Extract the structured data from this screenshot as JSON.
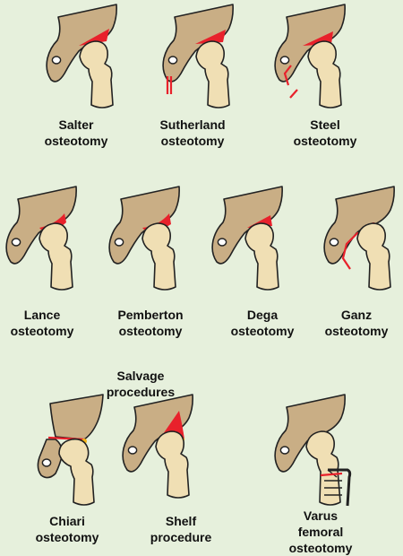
{
  "colors": {
    "background": "#e6f0dc",
    "pelvis": "#c9ae85",
    "femur": "#f0dfb4",
    "outline": "#222222",
    "cut": "#e8212b",
    "graft": "#f4b41a"
  },
  "panels": [
    {
      "id": "salter",
      "line1": "Salter",
      "line2": "osteotomy",
      "line3": ""
    },
    {
      "id": "sutherland",
      "line1": "Sutherland",
      "line2": "osteotomy",
      "line3": ""
    },
    {
      "id": "steel",
      "line1": "Steel",
      "line2": "osteotomy",
      "line3": ""
    },
    {
      "id": "lance",
      "line1": "Lance",
      "line2": "osteotomy",
      "line3": ""
    },
    {
      "id": "pemberton",
      "line1": "Pemberton",
      "line2": "osteotomy",
      "line3": ""
    },
    {
      "id": "dega",
      "line1": "Dega",
      "line2": "osteotomy",
      "line3": ""
    },
    {
      "id": "ganz",
      "line1": "Ganz",
      "line2": "osteotomy",
      "line3": ""
    },
    {
      "id": "chiari",
      "line1": "Chiari",
      "line2": "osteotomy",
      "line3": ""
    },
    {
      "id": "shelf",
      "line1": "Shelf",
      "line2": "procedure",
      "line3": ""
    },
    {
      "id": "varus",
      "line1": "Varus",
      "line2": "femoral",
      "line3": "osteotomy"
    }
  ],
  "section_heading": {
    "line1": "Salvage",
    "line2": "procedures"
  }
}
